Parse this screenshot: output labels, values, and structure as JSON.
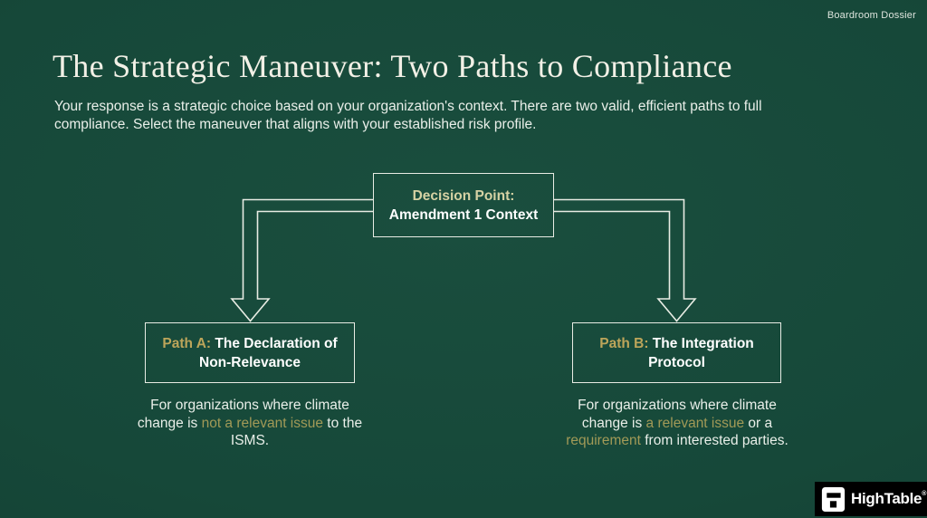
{
  "header": {
    "label": "Boardroom Dossier"
  },
  "title": "The Strategic Maneuver: Two Paths to Compliance",
  "subtitle_lines": [
    "Your response is a strategic choice based on your organization's context. There are two valid, efficient paths to full",
    "compliance. Select the maneuver that aligns with your established risk profile."
  ],
  "colors": {
    "background": "#164839",
    "line_and_border": "#e8ece4",
    "decision_label_gold": "#d6d2a4",
    "path_label_gold": "#bda55a",
    "highlight_gold": "#a29a57",
    "body_text": "#e9efe9",
    "logo_background": "#000000"
  },
  "decision": {
    "label": "Decision Point:",
    "context": "Amendment 1 Context"
  },
  "paths": [
    {
      "id": "A",
      "title_segments": [
        {
          "text": "Path A:",
          "style": "gold"
        },
        {
          "text": " The Declaration of Non-Relevance",
          "style": "normal"
        }
      ],
      "description_segments": [
        {
          "text": "For organizations where climate change is ",
          "style": "normal"
        },
        {
          "text": "not a relevant issue",
          "style": "gold"
        },
        {
          "text": " to the ISMS.",
          "style": "normal"
        }
      ]
    },
    {
      "id": "B",
      "title_segments": [
        {
          "text": "Path B:",
          "style": "gold"
        },
        {
          "text": " The Integration Protocol",
          "style": "normal"
        }
      ],
      "description_segments": [
        {
          "text": "For organizations where climate change is ",
          "style": "normal"
        },
        {
          "text": "a relevant issue",
          "style": "gold"
        },
        {
          "text": " or a ",
          "style": "normal"
        },
        {
          "text": "requirement",
          "style": "gold"
        },
        {
          "text": " from interested parties.",
          "style": "normal"
        }
      ]
    }
  ],
  "logo": {
    "text": "HighTable",
    "registered": "®",
    "icon": "table-icon"
  }
}
